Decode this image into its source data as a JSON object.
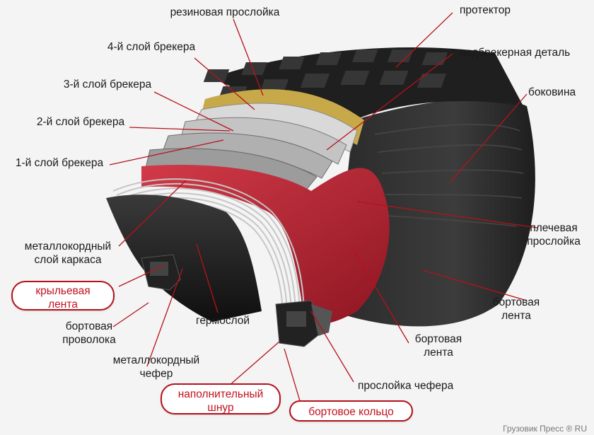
{
  "labels": {
    "rubber_interlayer": "резиновая прослойка",
    "tread": "протектор",
    "breaker_layer_4": "4-й слой брекера",
    "over_breaker_part": "надбрекерная деталь",
    "breaker_layer_3": "3-й слой брекера",
    "sidewall": "боковина",
    "breaker_layer_2": "2-й слой брекера",
    "breaker_layer_1": "1-й слой брекера",
    "shoulder_interlayer": [
      "плечевая",
      "прослойка"
    ],
    "metal_cord_carcass": [
      "металлокордный",
      "слой каркаса"
    ],
    "wing_tape": [
      "крыльевая",
      "лента"
    ],
    "bead_wire": [
      "бортовая",
      "проволока"
    ],
    "inner_liner": "гермослой",
    "bead_tape_right": [
      "бортовая",
      "лента"
    ],
    "metal_cord_chafer": [
      "металлокордный",
      "чефер"
    ],
    "bead_tape_lower": [
      "бортовая",
      "лента"
    ],
    "chafer_interlayer": "прослойка чефера",
    "filler_cord": [
      "наполнительный",
      "шнур"
    ],
    "bead_ring": "бортовое кольцо"
  },
  "watermark": "Грузовик Пресс ® RU",
  "colors": {
    "accent_red": "#c1121f",
    "tire_rubber": "#2b2b2b",
    "body_red": "#b3202c",
    "breaker_silver": "#c9c9c9",
    "over_breaker_gold": "#c8a94a"
  }
}
